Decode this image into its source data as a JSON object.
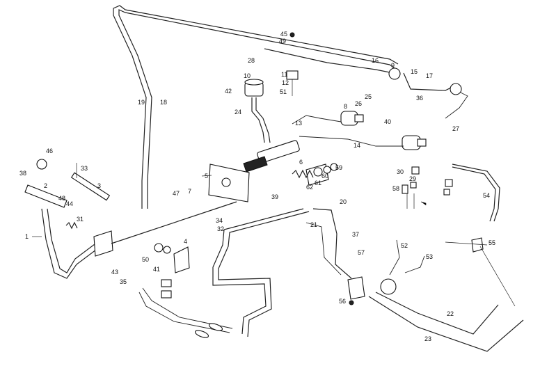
{
  "diagram": {
    "labels": [
      "1",
      "2",
      "3",
      "4",
      "5",
      "6",
      "7",
      "8",
      "9",
      "10",
      "11",
      "12",
      "13",
      "14",
      "15",
      "16",
      "17",
      "18",
      "19",
      "20",
      "21",
      "22",
      "23",
      "24",
      "25",
      "26",
      "27",
      "28",
      "29",
      "30",
      "31",
      "32",
      "33",
      "34",
      "35",
      "36",
      "37",
      "38",
      "39",
      "40",
      "41",
      "42",
      "43",
      "44",
      "45",
      "46",
      "47",
      "48",
      "49",
      "50",
      "51",
      "52",
      "53",
      "54",
      "55",
      "56",
      "57",
      "58",
      "59",
      "60",
      "61",
      "62"
    ]
  }
}
